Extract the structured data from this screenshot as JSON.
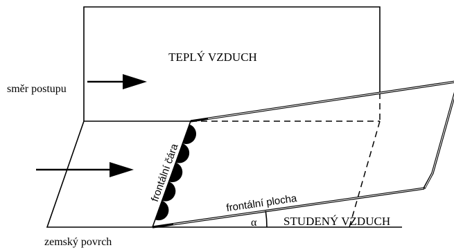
{
  "labels": {
    "warm_air": "TEPLÝ VZDUCH",
    "direction": "směr postupu",
    "front_line": "frontální čára",
    "front_surface": "frontální plocha",
    "angle": "α",
    "cold_air": "STUDENÝ VZDUCH",
    "ground": "zemský povrch"
  },
  "colors": {
    "line": "#000000",
    "background": "#ffffff"
  }
}
